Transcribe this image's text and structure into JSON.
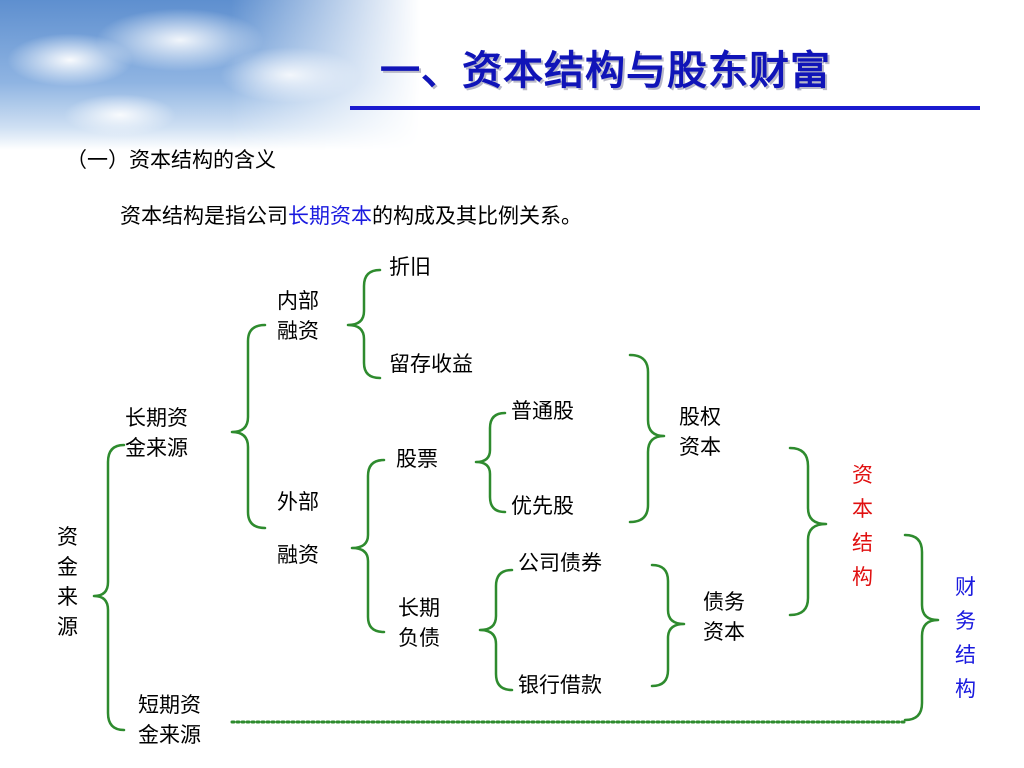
{
  "title": "一、资本结构与股东财富",
  "section_heading": "（一）资本结构的含义",
  "definition": {
    "before": "资本结构是指公司",
    "highlight": "长期资本",
    "after": "的构成及其比例关系。"
  },
  "colors": {
    "title": "#1014b8",
    "bracket": "#2e8b2e",
    "highlight": "#1a1adf",
    "capital_structure": "#e01010",
    "financial_structure": "#1a1adf"
  },
  "diagram": {
    "fund_source": [
      "资",
      "金",
      "来",
      "源"
    ],
    "long_term_funds": [
      "长期资",
      "金来源"
    ],
    "short_term_funds": [
      "短期资",
      "金来源"
    ],
    "internal_financing": [
      "内部",
      "融资"
    ],
    "depreciation": "折旧",
    "retained_earnings": "留存收益",
    "external_financing": [
      "外部",
      "融资"
    ],
    "stock": "股票",
    "common_stock": "普通股",
    "preferred_stock": "优先股",
    "long_term_debt": [
      "长期",
      "负债"
    ],
    "corporate_bonds": "公司债券",
    "bank_loans": "银行借款",
    "equity_capital": [
      "股权",
      "资本"
    ],
    "debt_capital": [
      "债务",
      "资本"
    ],
    "capital_structure": [
      "资",
      "本",
      "结",
      "构"
    ],
    "financial_structure": [
      "财",
      "务",
      "结",
      "构"
    ]
  }
}
